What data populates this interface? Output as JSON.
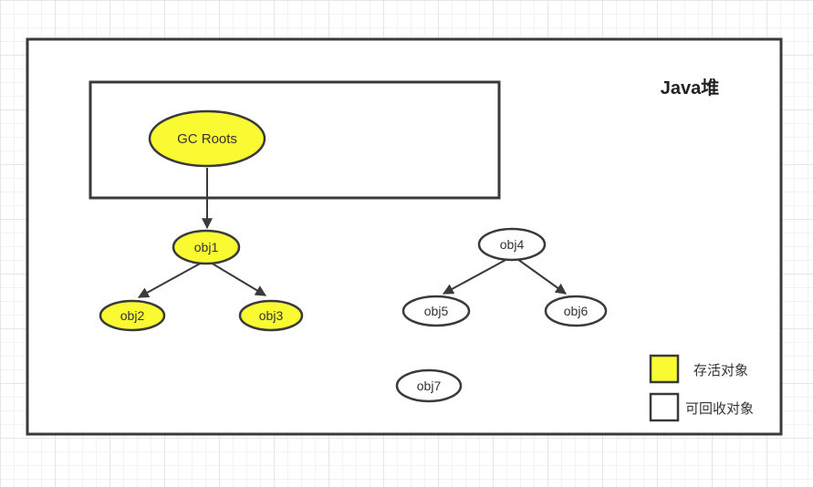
{
  "diagram": {
    "title": "Java堆",
    "nodes": [
      {
        "id": "gc-roots",
        "label": "GC Roots",
        "status": "alive"
      },
      {
        "id": "obj1",
        "label": "obj1",
        "status": "alive"
      },
      {
        "id": "obj2",
        "label": "obj2",
        "status": "alive"
      },
      {
        "id": "obj3",
        "label": "obj3",
        "status": "alive"
      },
      {
        "id": "obj4",
        "label": "obj4",
        "status": "collectible"
      },
      {
        "id": "obj5",
        "label": "obj5",
        "status": "collectible"
      },
      {
        "id": "obj6",
        "label": "obj6",
        "status": "collectible"
      },
      {
        "id": "obj7",
        "label": "obj7",
        "status": "collectible"
      }
    ],
    "edges": [
      {
        "from": "GC Roots",
        "to": "obj1"
      },
      {
        "from": "obj1",
        "to": "obj2"
      },
      {
        "from": "obj1",
        "to": "obj3"
      },
      {
        "from": "obj4",
        "to": "obj5"
      },
      {
        "from": "obj4",
        "to": "obj6"
      }
    ],
    "legend": [
      {
        "label": "存活对象",
        "color": "#FAFA33"
      },
      {
        "label": "可回收对象",
        "color": "#FFFFFF"
      }
    ],
    "colors": {
      "alive_fill": "#FAFA33",
      "collectible_fill": "#FFFFFF",
      "stroke": "#3A3A3A",
      "text": "#333333"
    }
  }
}
